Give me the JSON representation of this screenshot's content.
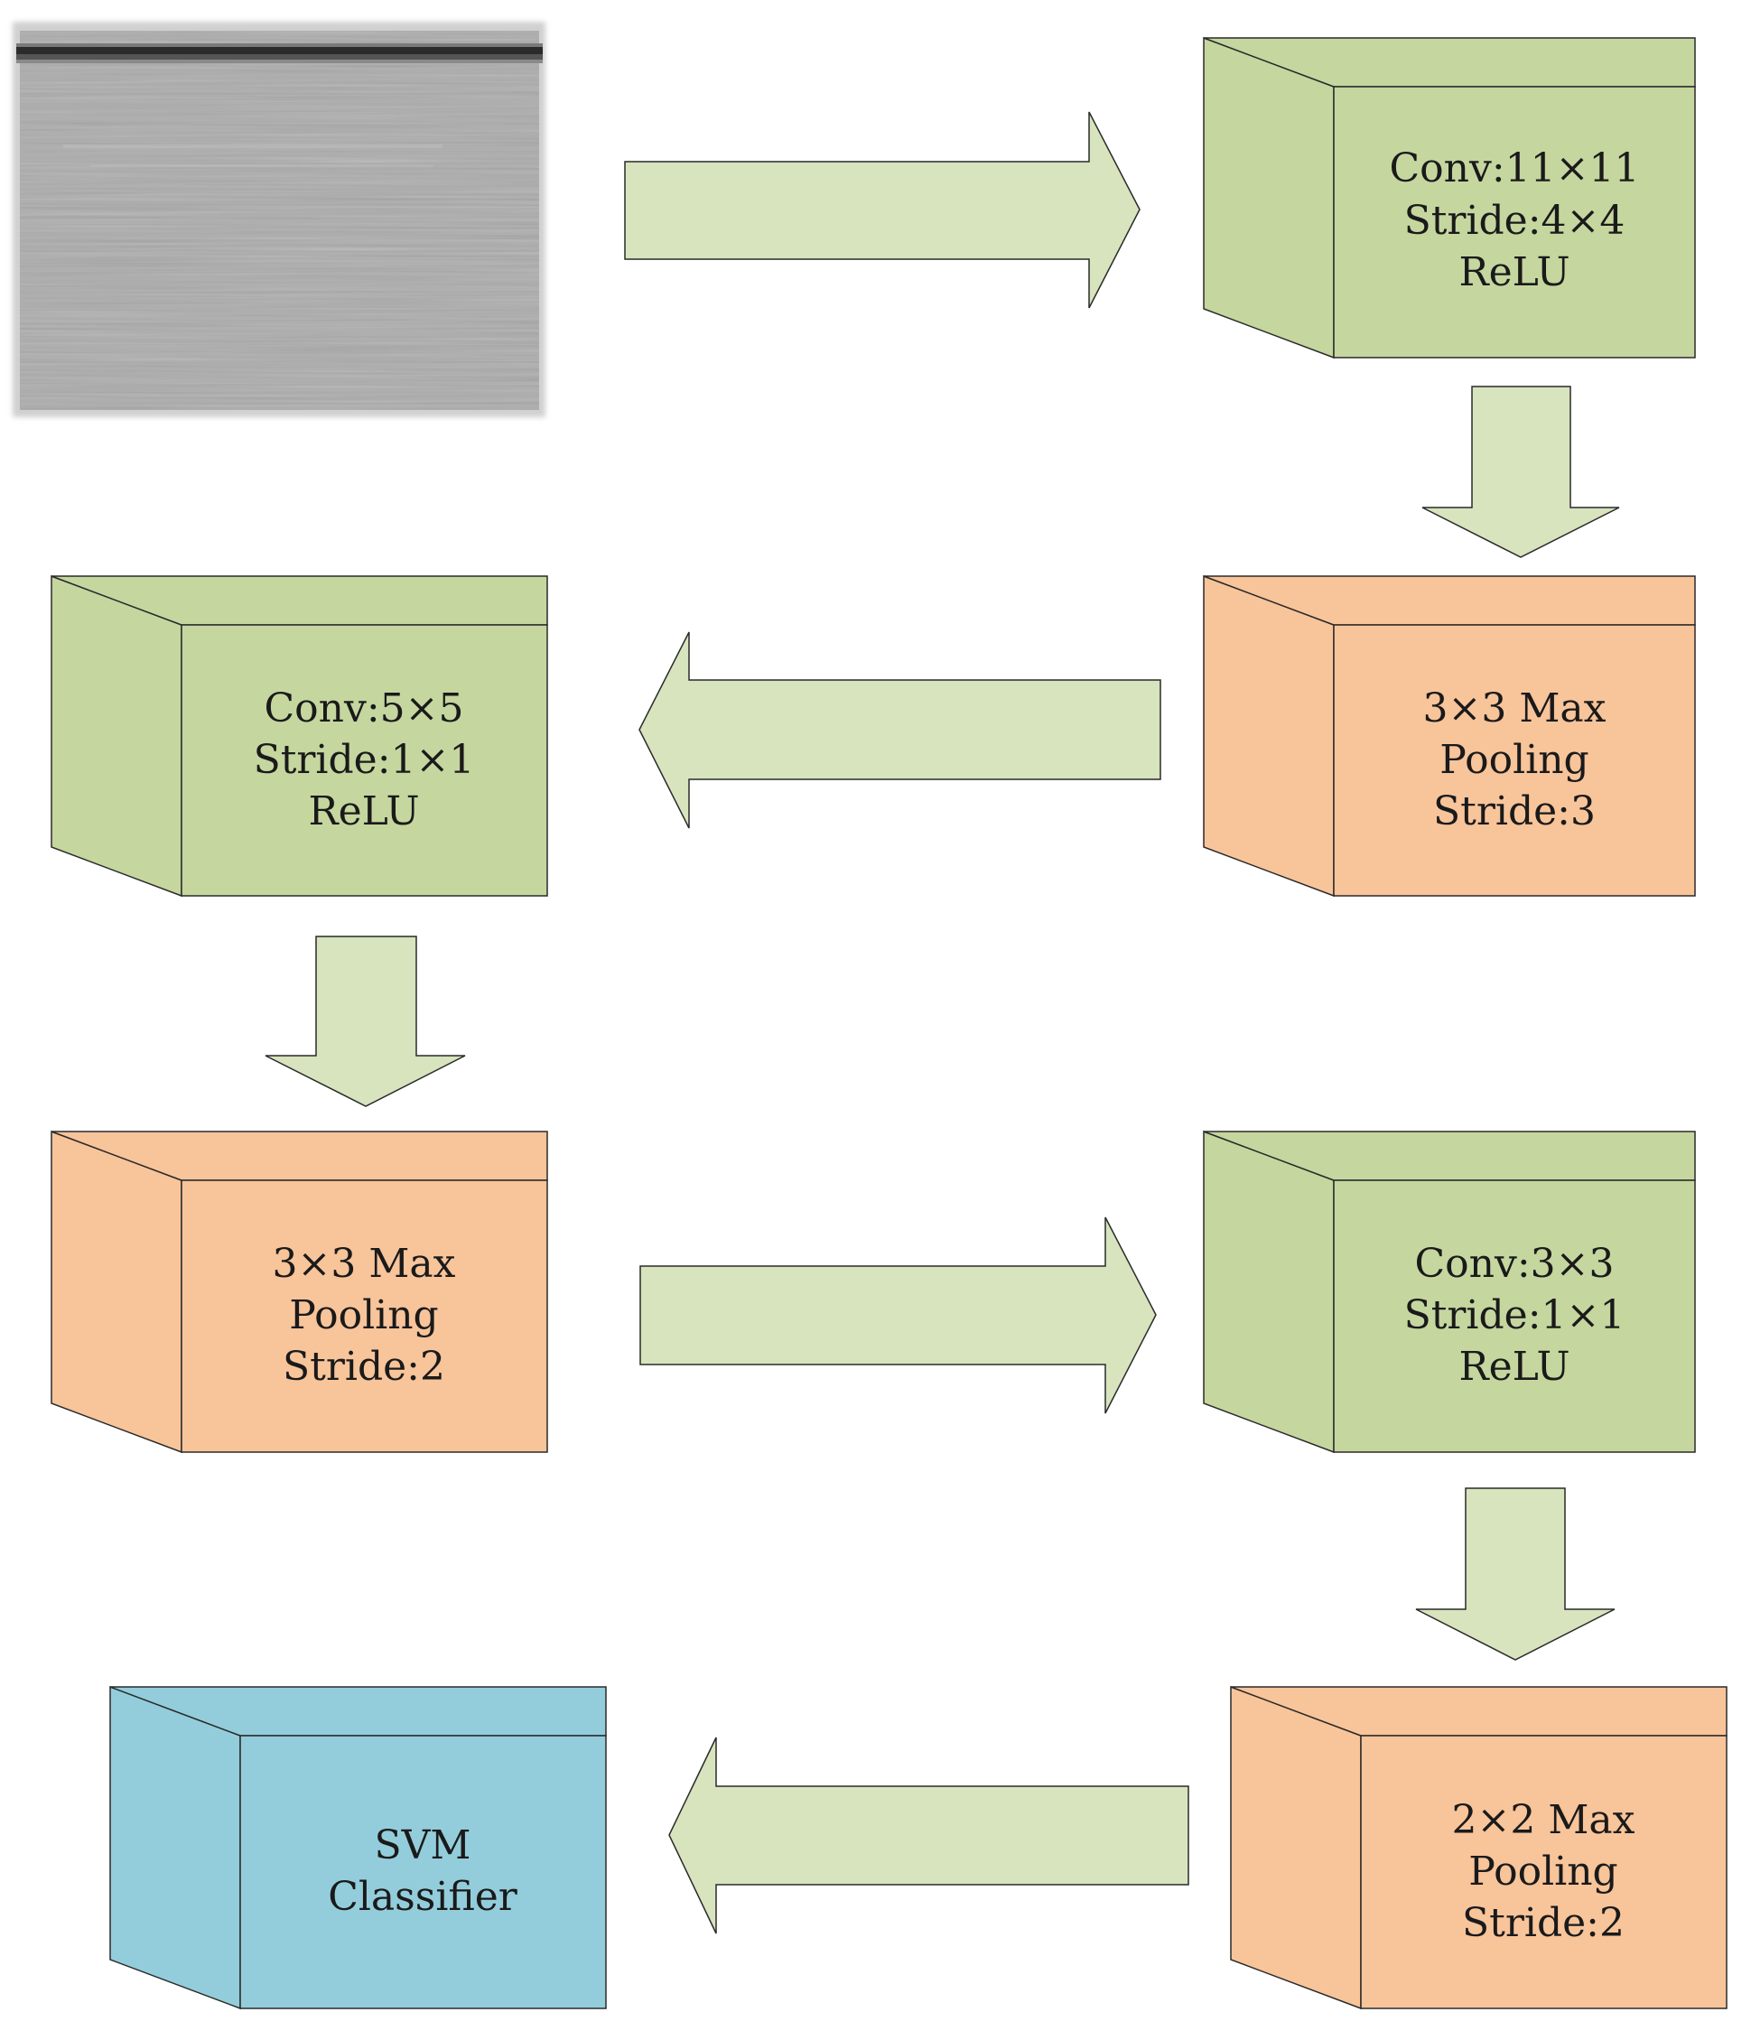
{
  "colors": {
    "conv_front": "#c5d69f",
    "conv_side": "#c5d69f",
    "pool_front": "#f8c49a",
    "pool_side": "#f8c49a",
    "svm_front": "#93cddb",
    "svm_side": "#93cddb",
    "arrow_fill": "#d7e4bd",
    "stroke": "#2a2a2a"
  },
  "input_image": {
    "kind": "grayscale spectrogram-like image"
  },
  "blocks": {
    "conv1": {
      "line1": "Conv:11×11",
      "line2": "Stride:4×4",
      "line3": "ReLU"
    },
    "pool1": {
      "line1": "3×3 Max",
      "line2": "Pooling",
      "line3": "Stride:3"
    },
    "conv2": {
      "line1": "Conv:5×5",
      "line2": "Stride:1×1",
      "line3": "ReLU"
    },
    "pool2": {
      "line1": "3×3 Max",
      "line2": "Pooling",
      "line3": "Stride:2"
    },
    "conv3": {
      "line1": "Conv:3×3",
      "line2": "Stride:1×1",
      "line3": "ReLU"
    },
    "pool3": {
      "line1": "2×2 Max",
      "line2": "Pooling",
      "line3": "Stride:2"
    },
    "svm": {
      "line1": "SVM",
      "line2": "Classifier"
    }
  }
}
